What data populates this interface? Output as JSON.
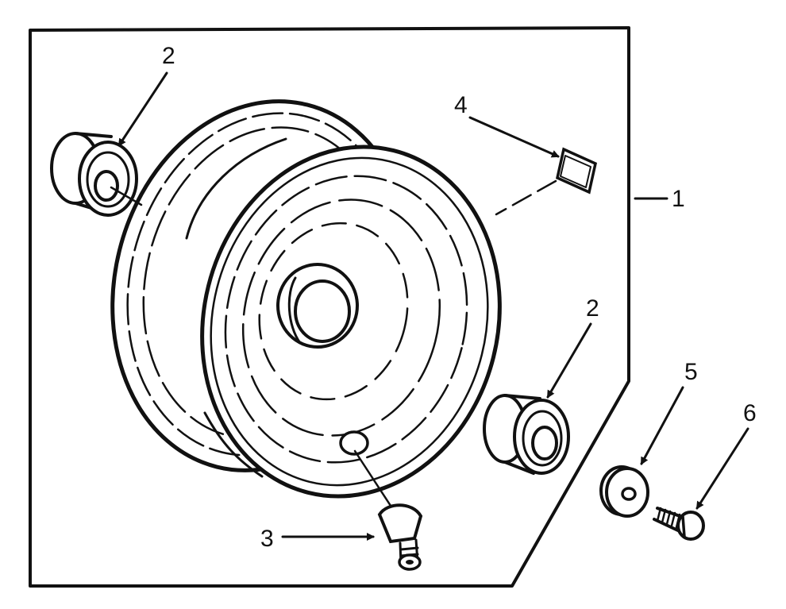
{
  "diagram": {
    "callouts": {
      "c1": "1",
      "c2_top_left": "2",
      "c2_right": "2",
      "c3": "3",
      "c4": "4",
      "c5": "5",
      "c6": "6"
    }
  },
  "colors": {
    "ink": "#111111",
    "paper": "#ffffff"
  }
}
